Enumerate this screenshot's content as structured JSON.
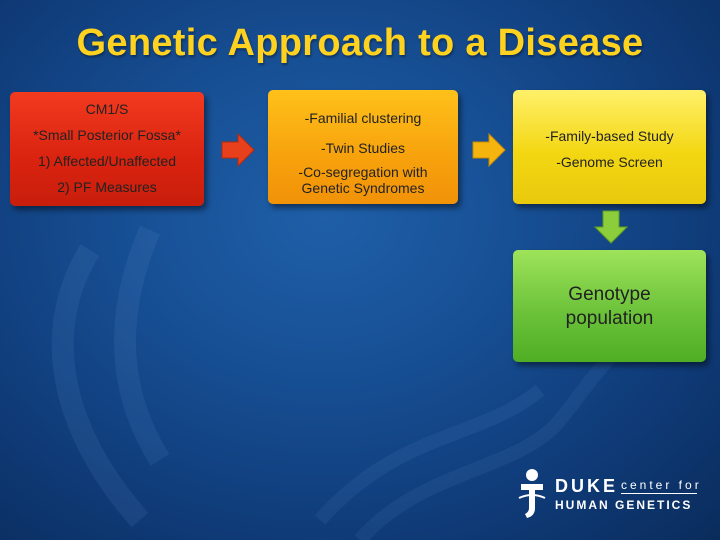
{
  "slide": {
    "title": "Genetic Approach to a Disease"
  },
  "boxes": {
    "phenotype": {
      "lines": [
        "CM1/S",
        "*Small Posterior Fossa*",
        "1) Affected/Unaffected",
        "2) PF Measures"
      ],
      "color": "#d9230f"
    },
    "evidence": {
      "lines": [
        "-Familial clustering",
        "-Twin Studies",
        "-Co-segregation with",
        "Genetic Syndromes"
      ],
      "color": "#f7a10c"
    },
    "study": {
      "lines": [
        "-Family-based Study",
        "-Genome Screen"
      ],
      "color": "#f3d713"
    },
    "genotype": {
      "lines": [
        "Genotype",
        "population"
      ],
      "color": "#6cc33a"
    }
  },
  "arrows": {
    "arrow1_color": "#e8401c",
    "arrow2_color": "#f6b40f",
    "arrow3_color": "#8ccd3c"
  },
  "logo": {
    "brand": "DUKE",
    "sub1": "center for",
    "sub2": "HUMAN GENETICS"
  }
}
